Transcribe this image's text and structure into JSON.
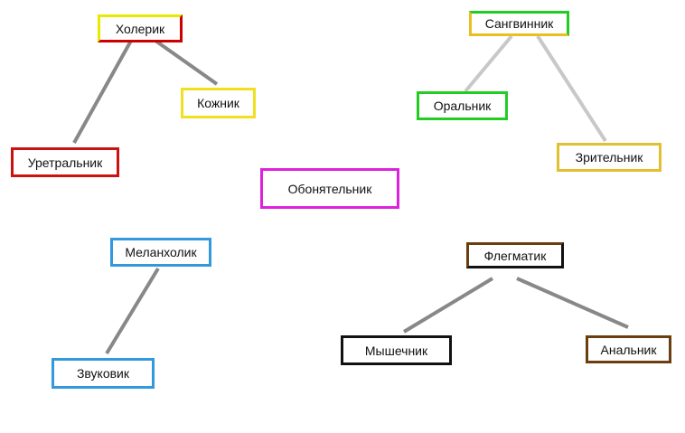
{
  "nodes": {
    "choleric": {
      "label": "Холерик",
      "border_top": "#e8e800",
      "border_left": "#e8e800",
      "border_right": "#cc0000",
      "border_bottom": "#cc0000"
    },
    "sanguine": {
      "label": "Сангвинник",
      "border_top": "#22cc22",
      "border_left": "#e8c020",
      "border_right": "#22cc22",
      "border_bottom": "#e8c020"
    },
    "skin": {
      "label": "Кожник",
      "border_top": "#f0e020",
      "border_left": "#f0e020",
      "border_right": "#f0e020",
      "border_bottom": "#f0e020"
    },
    "oral": {
      "label": "Оральник",
      "border_top": "#22cc22",
      "border_left": "#22cc22",
      "border_right": "#22cc22",
      "border_bottom": "#22cc22"
    },
    "urethral": {
      "label": "Уретральник",
      "border_top": "#cc1111",
      "border_left": "#cc1111",
      "border_right": "#cc1111",
      "border_bottom": "#cc1111"
    },
    "visual": {
      "label": "Зрительник",
      "border_top": "#e0c030",
      "border_left": "#e0c030",
      "border_right": "#e0c030",
      "border_bottom": "#e0c030"
    },
    "olfactory": {
      "label": "Обонятельник",
      "border_top": "#dd22dd",
      "border_left": "#dd22dd",
      "border_right": "#dd22dd",
      "border_bottom": "#dd22dd"
    },
    "melancholic": {
      "label": "Меланхолик",
      "border_top": "#3399dd",
      "border_left": "#3399dd",
      "border_right": "#3399dd",
      "border_bottom": "#3399dd"
    },
    "phlegmatic": {
      "label": "Флегматик",
      "border_top": "#6b3e10",
      "border_left": "#6b3e10",
      "border_right": "#111111",
      "border_bottom": "#111111"
    },
    "sound": {
      "label": "Звуковик",
      "border_top": "#3399dd",
      "border_left": "#3399dd",
      "border_right": "#3399dd",
      "border_bottom": "#3399dd"
    },
    "muscular": {
      "label": "Мышечник",
      "border_top": "#111111",
      "border_left": "#111111",
      "border_right": "#111111",
      "border_bottom": "#111111"
    },
    "anal": {
      "label": "Анальник",
      "border_top": "#6b3e10",
      "border_left": "#6b3e10",
      "border_right": "#6b3e10",
      "border_bottom": "#6b3e10"
    }
  },
  "edges": [
    {
      "from": "choleric",
      "to": "urethral",
      "color": "#888888"
    },
    {
      "from": "choleric",
      "to": "skin",
      "color": "#888888"
    },
    {
      "from": "sanguine",
      "to": "oral",
      "color": "#c8c8c8"
    },
    {
      "from": "sanguine",
      "to": "visual",
      "color": "#c8c8c8"
    },
    {
      "from": "melancholic",
      "to": "sound",
      "color": "#888888"
    },
    {
      "from": "phlegmatic",
      "to": "muscular",
      "color": "#888888"
    },
    {
      "from": "phlegmatic",
      "to": "anal",
      "color": "#888888"
    }
  ]
}
